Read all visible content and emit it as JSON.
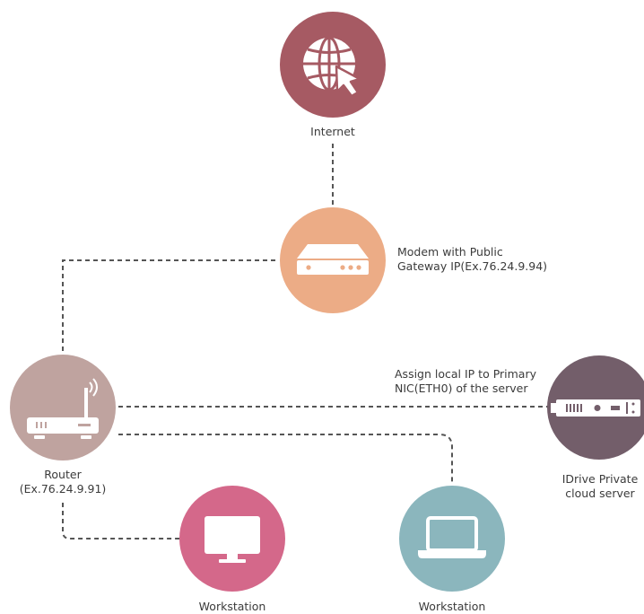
{
  "nodes": {
    "internet": {
      "label": "Internet",
      "color": "#a65a63",
      "icon": "globe-cursor-icon"
    },
    "modem": {
      "label_lines": [
        "Modem with Public",
        "Gateway IP(Ex.76.24.9.94)"
      ],
      "color": "#ecac86",
      "icon": "modem-icon"
    },
    "router": {
      "label_lines": [
        "Router",
        "(Ex.76.24.9.91)"
      ],
      "color": "#bfa39f",
      "icon": "wifi-router-icon"
    },
    "server": {
      "label_lines": [
        "IDrive Private",
        "cloud server"
      ],
      "color": "#735e6a",
      "icon": "rack-server-icon"
    },
    "workstation_desktop": {
      "label": "Workstation",
      "color": "#d4688a",
      "icon": "desktop-monitor-icon"
    },
    "workstation_laptop": {
      "label": "Workstation",
      "color": "#8bb6bd",
      "icon": "laptop-icon"
    }
  },
  "connections": {
    "router_server_label_lines": [
      "Assign local IP to Primary",
      "NIC(ETH0) of the server"
    ],
    "line_color": "#555555"
  }
}
